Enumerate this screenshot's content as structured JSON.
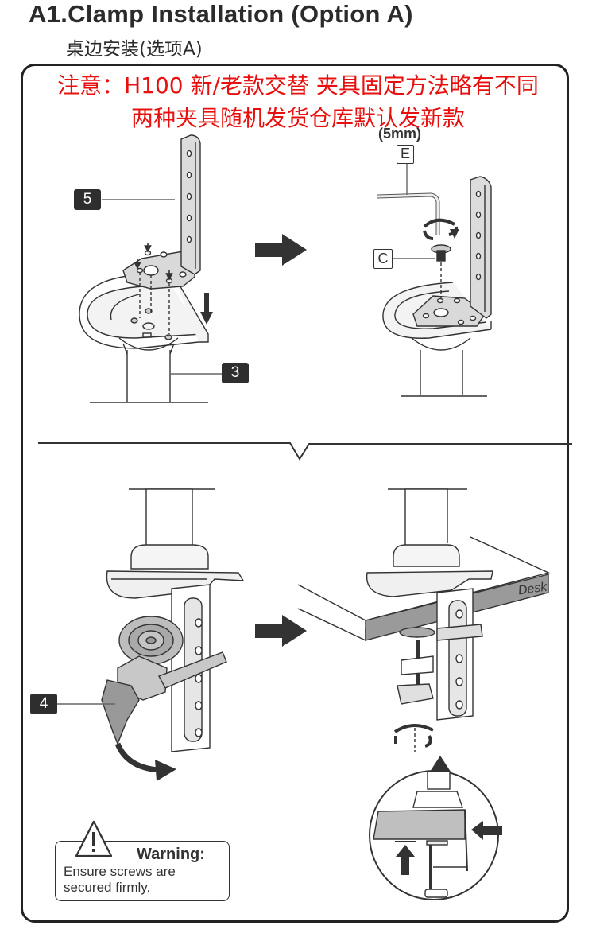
{
  "header": {
    "title": "A1.Clamp Installation (Option A)",
    "subtitle": "桌边安装(选项A)"
  },
  "notice": {
    "line1": "注意：H100 新/老款交替 夹具固定方法略有不同",
    "line2": "两种夹具随机发货仓库默认发新款",
    "color": "#e8100e"
  },
  "step1": {
    "part_label_bracket": "5",
    "part_label_pole": "3",
    "direction_icon": "arrow-right-icon"
  },
  "step2": {
    "tool_size": "(5mm)",
    "tool_label": "E",
    "screw_label": "C"
  },
  "step3": {
    "part_label_knob": "4",
    "direction_icon": "arrow-right-icon"
  },
  "step4": {
    "desk_label": "Desk"
  },
  "warning": {
    "title": "Warning:",
    "line1": "Ensure screws are",
    "line2": "secured firmly."
  }
}
